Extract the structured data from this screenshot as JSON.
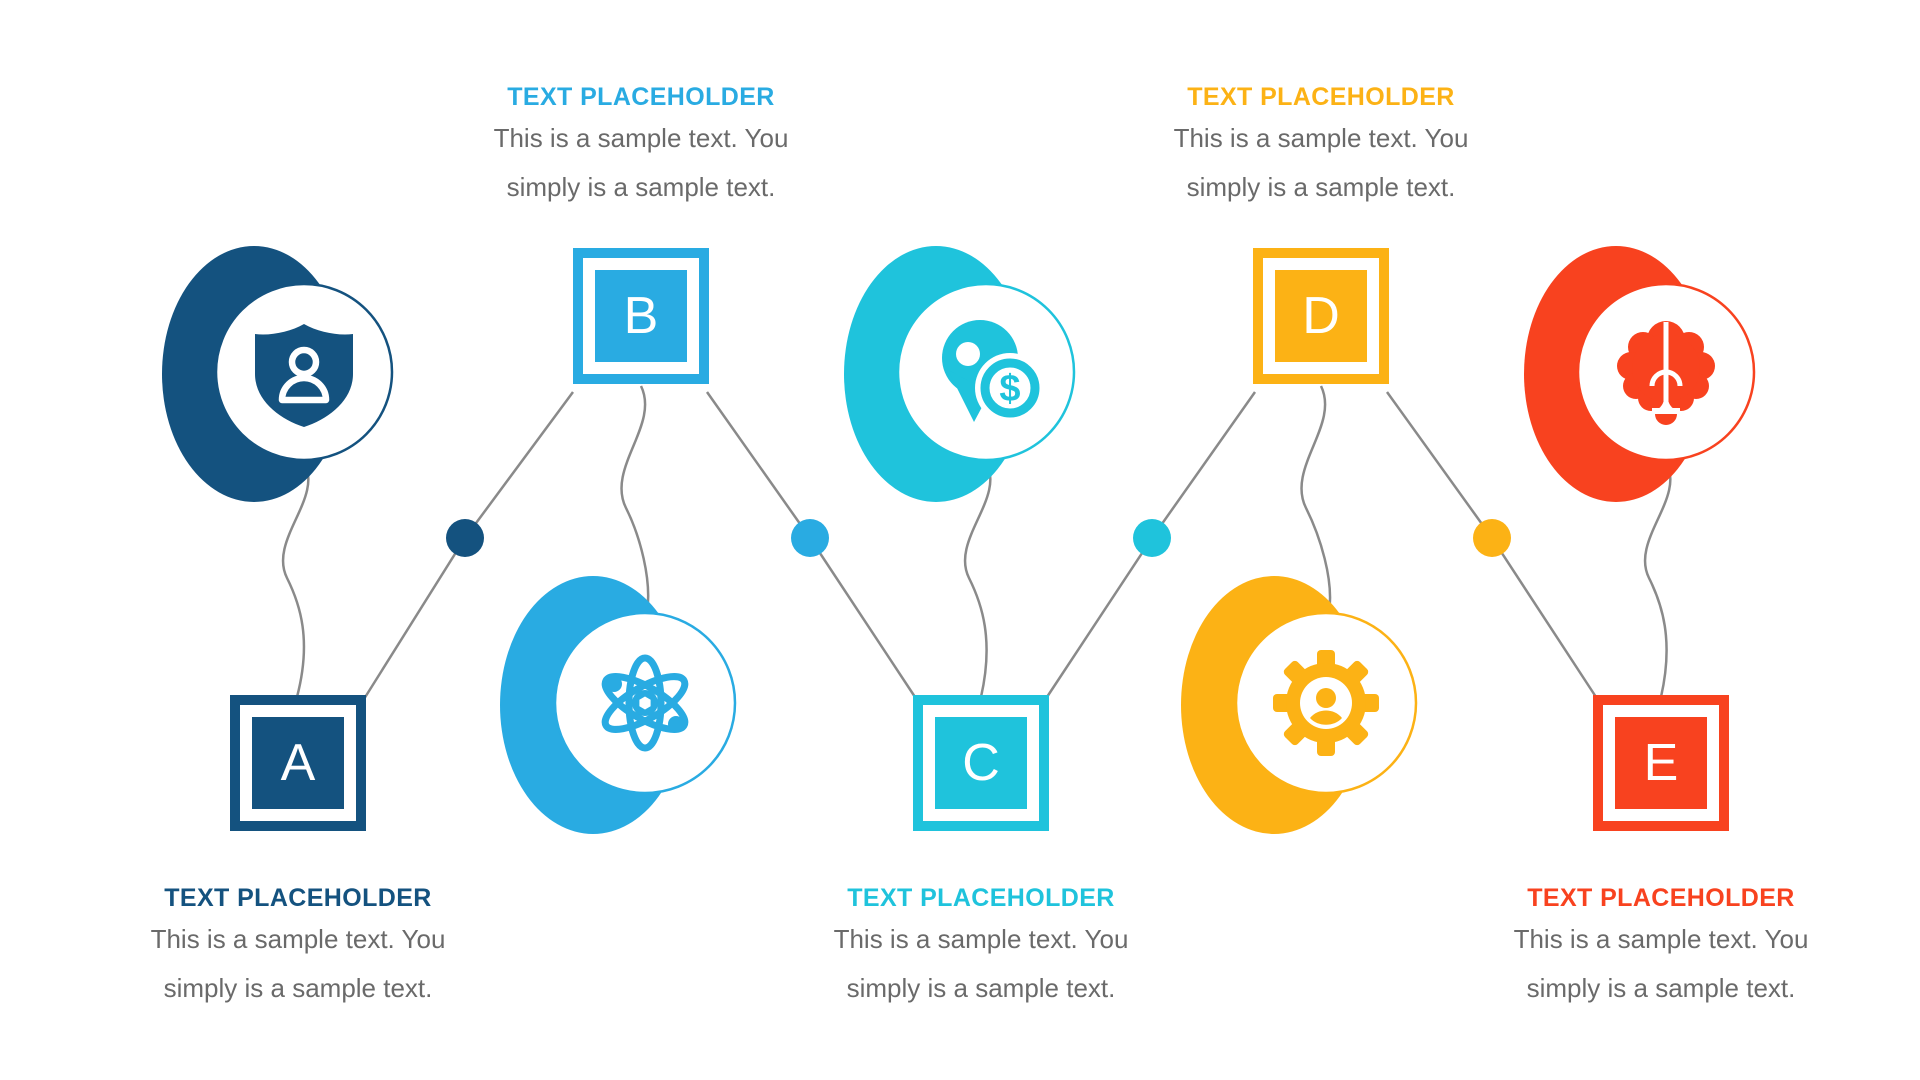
{
  "diagram": {
    "title_visible": false,
    "background": "#FFFFFF",
    "line_color": "#8A8A8A",
    "dollar_glyph": "$",
    "connector_dot_colors": [
      "#14527F",
      "#29ABE2",
      "#1FC3DC",
      "#FCB215"
    ],
    "stages": [
      {
        "letter": "A",
        "color": "#14527F",
        "icon": "shield-user-icon",
        "layout": "icon-top-text-bottom",
        "heading": "TEXT PLACEHOLDER",
        "body_line1": "This is a sample text. You",
        "body_line2": "simply is a sample text."
      },
      {
        "letter": "B",
        "color": "#29ABE2",
        "icon": "atom-icon",
        "layout": "icon-bottom-text-top",
        "heading": "TEXT PLACEHOLDER",
        "body_line1": "This is a sample text. You",
        "body_line2": "simply is a sample text."
      },
      {
        "letter": "C",
        "color": "#1FC3DC",
        "icon": "location-dollar-icon",
        "layout": "icon-top-text-bottom",
        "heading": "TEXT PLACEHOLDER",
        "body_line1": "This is a sample text. You",
        "body_line2": "simply is a sample text."
      },
      {
        "letter": "D",
        "color": "#FCB215",
        "icon": "gear-user-icon",
        "layout": "icon-bottom-text-top",
        "heading": "TEXT PLACEHOLDER",
        "body_line1": "This is a sample text. You",
        "body_line2": "simply is a sample text."
      },
      {
        "letter": "E",
        "color": "#F8421F",
        "icon": "brain-idea-icon",
        "layout": "icon-top-text-bottom",
        "heading": "TEXT PLACEHOLDER",
        "body_line1": "This is a sample text. You",
        "body_line2": "simply is a sample text."
      }
    ]
  }
}
